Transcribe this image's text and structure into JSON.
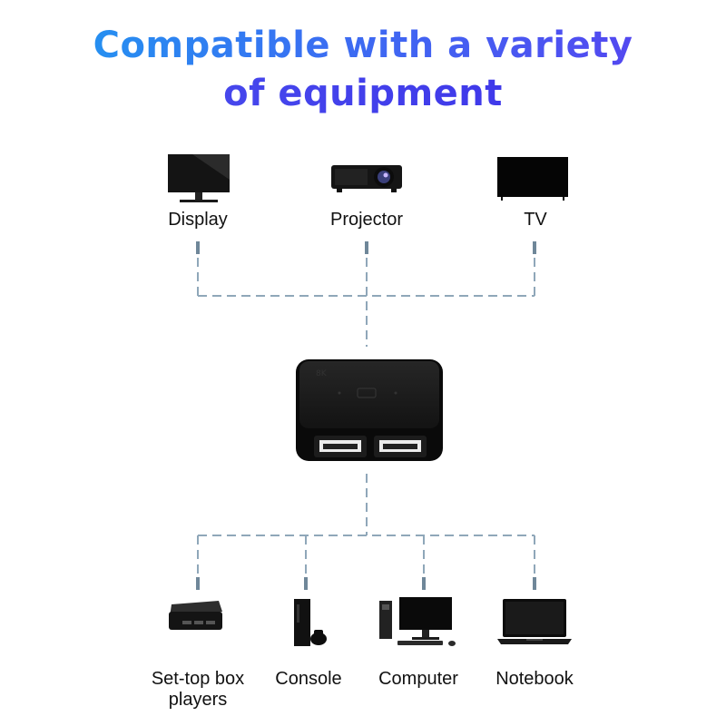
{
  "title": {
    "line1": "Compatible with a variety",
    "line2": "of equipment"
  },
  "outputs": [
    {
      "label": "Display",
      "icon": "monitor-icon"
    },
    {
      "label": "Projector",
      "icon": "projector-icon"
    },
    {
      "label": "TV",
      "icon": "tv-icon"
    }
  ],
  "switch": {
    "badge": "8K",
    "icon": "hdmi-switch-icon"
  },
  "inputs": [
    {
      "label": "Set-top box players",
      "icon": "set-top-box-icon"
    },
    {
      "label": "Console",
      "icon": "console-icon"
    },
    {
      "label": "Computer",
      "icon": "desktop-computer-icon"
    },
    {
      "label": "Notebook",
      "icon": "laptop-icon"
    }
  ],
  "colors": {
    "connector": "#8fa7b9",
    "title_start": "#1e9cf0",
    "title_end": "#3a2ee8",
    "device": "#0f0f0f"
  }
}
